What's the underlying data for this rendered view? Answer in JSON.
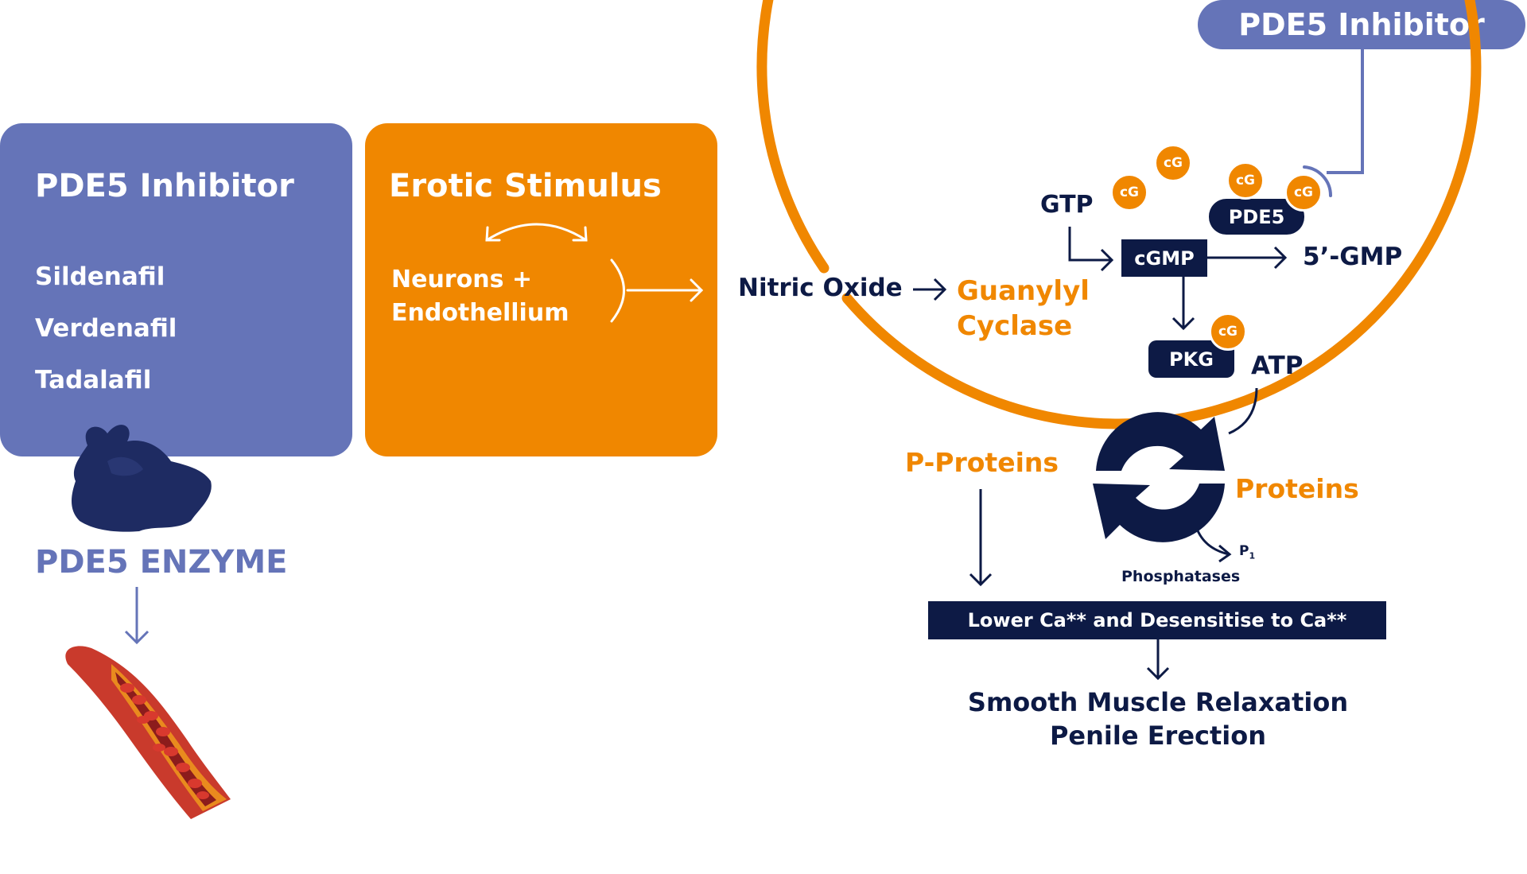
{
  "colors": {
    "navy": "#0d1a45",
    "orange": "#f08700",
    "purple": "#6574b8",
    "white": "#ffffff"
  },
  "left_card": {
    "title": "PDE5 Inhibitor",
    "drugs": [
      "Sildenafil",
      "Verdenafil",
      "Tadalafil"
    ]
  },
  "enzyme": {
    "label": "PDE5 ENZYME",
    "icon": "protein-molecule-icon"
  },
  "vessel": {
    "icon": "blood-vessel-icon"
  },
  "stimulus_card": {
    "title": "Erotic Stimulus",
    "line1": "Neurons +",
    "line2": "Endothellium"
  },
  "inhibitor_pill": {
    "label": "PDE5 Inhibitor"
  },
  "pathway": {
    "nitric_oxide": "Nitric Oxide",
    "guanylyl_1": "Guanylyl",
    "guanylyl_2": "Cyclase",
    "gtp": "GTP",
    "cgmp": "cGMP",
    "gmp5": "5’-GMP",
    "pde5": "PDE5",
    "pkg": "PKG",
    "atp": "ATP",
    "cg": "cG",
    "p_proteins": "P-Proteins",
    "proteins": "Proteins",
    "p1": "P",
    "p1_sub": "1",
    "phosphatases": "Phosphatases",
    "lower_ca": "Lower Ca** and Desensitise to Ca**",
    "result_1": "Smooth Muscle Relaxation",
    "result_2": "Penile Erection"
  }
}
